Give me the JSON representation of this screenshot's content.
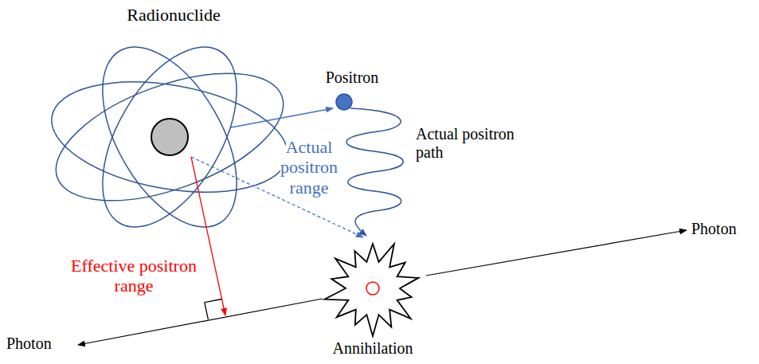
{
  "diagram": {
    "labels": [
      "Radionuclide",
      "Positron",
      "Actual positron path",
      "Actual positron range",
      "Photon",
      "Effective positron range",
      "Photon",
      "Annihilation"
    ]
  }
}
